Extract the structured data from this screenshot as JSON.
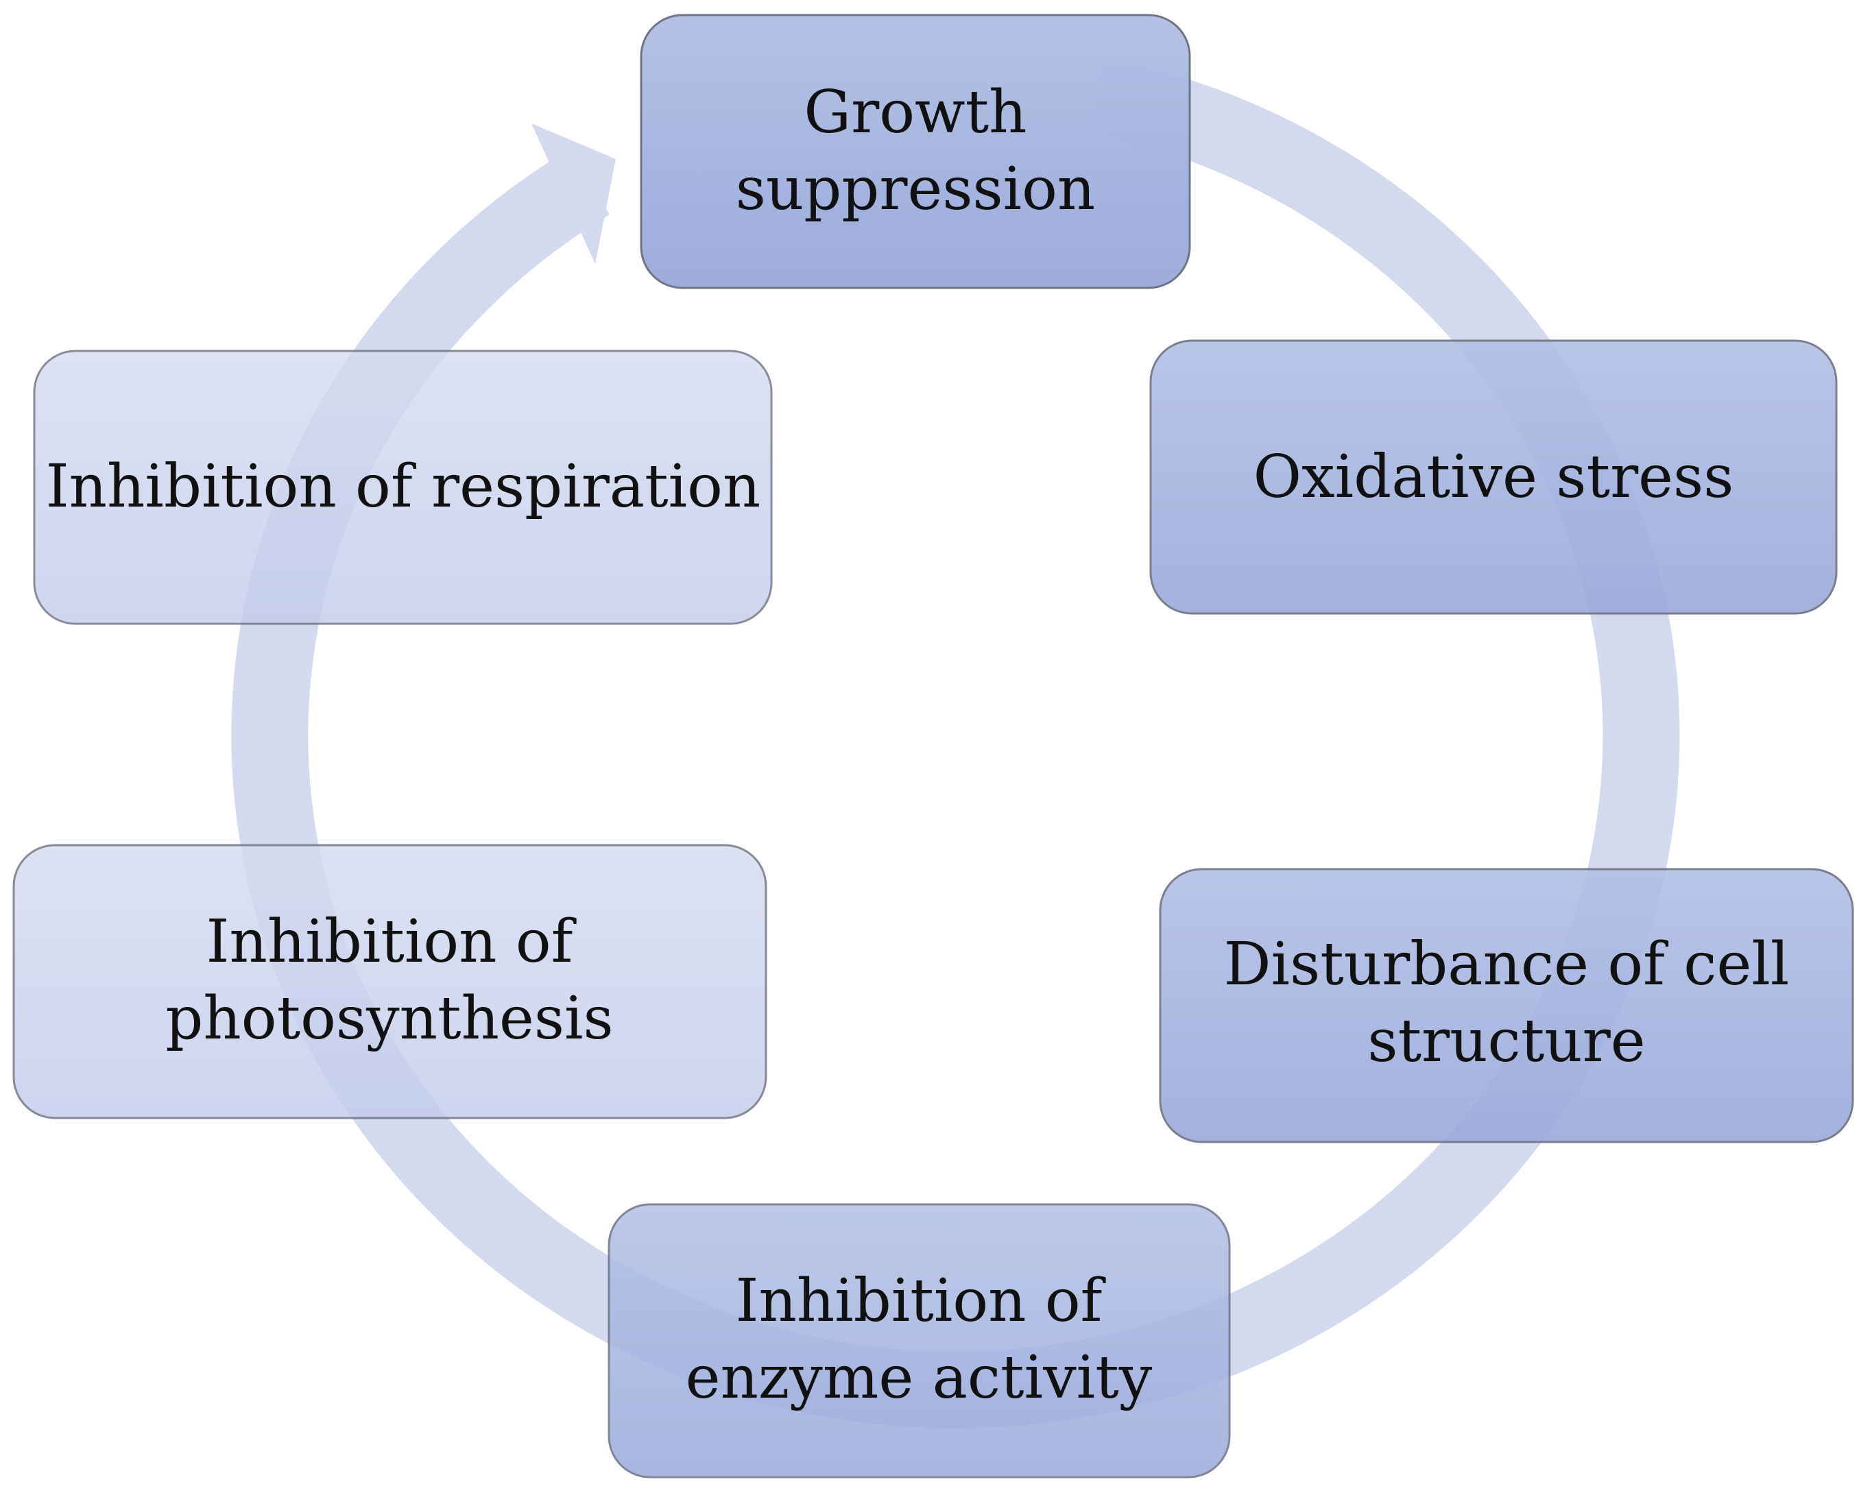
{
  "diagram": {
    "type": "cycle",
    "colors": {
      "ring": "#cdd4ea",
      "box_top": "#b3c0e4",
      "box_bottom": "#9aaad9",
      "box_light_top": "#d6dcef",
      "box_light_bottom": "#c3cceb",
      "box_stroke": "#6d7180",
      "text": "#111111"
    },
    "nodes": [
      {
        "id": "growth",
        "lines": [
          "Growth",
          "suppression"
        ]
      },
      {
        "id": "oxidative",
        "lines": [
          "Oxidative stress"
        ]
      },
      {
        "id": "cell",
        "lines": [
          "Disturbance of cell",
          "structure"
        ]
      },
      {
        "id": "enzyme",
        "lines": [
          "Inhibition of",
          "enzyme activity"
        ]
      },
      {
        "id": "photo",
        "lines": [
          "Inhibition of",
          "photosynthesis"
        ]
      },
      {
        "id": "resp",
        "lines": [
          "Inhibition of respiration"
        ]
      }
    ]
  }
}
